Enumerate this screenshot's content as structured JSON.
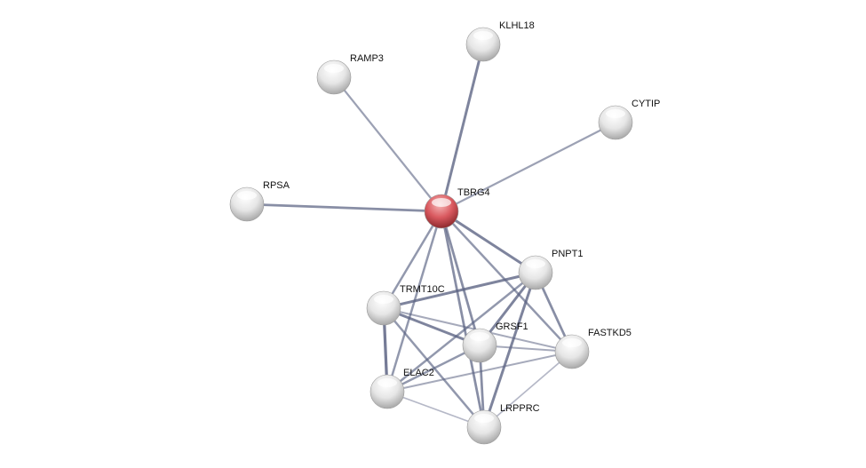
{
  "nodes": [
    {
      "id": "TBRG4",
      "label": "TBRG4",
      "query": true
    },
    {
      "id": "KLHL18",
      "label": "KLHL18"
    },
    {
      "id": "RAMP3",
      "label": "RAMP3"
    },
    {
      "id": "CYTIP",
      "label": "CYTIP"
    },
    {
      "id": "RPSA",
      "label": "RPSA"
    },
    {
      "id": "PNPT1",
      "label": "PNPT1"
    },
    {
      "id": "TRMT10C",
      "label": "TRMT10C"
    },
    {
      "id": "GRSF1",
      "label": "GRSF1"
    },
    {
      "id": "FASTKD5",
      "label": "FASTKD5"
    },
    {
      "id": "ELAC2",
      "label": "ELAC2"
    },
    {
      "id": "LRPPRC",
      "label": "LRPPRC"
    }
  ],
  "edges": [
    [
      "TBRG4",
      "KLHL18",
      0.8
    ],
    [
      "TBRG4",
      "RAMP3",
      0.5
    ],
    [
      "TBRG4",
      "CYTIP",
      0.5
    ],
    [
      "TBRG4",
      "RPSA",
      0.7
    ],
    [
      "TBRG4",
      "PNPT1",
      0.8
    ],
    [
      "TBRG4",
      "TRMT10C",
      0.6
    ],
    [
      "TBRG4",
      "GRSF1",
      0.7
    ],
    [
      "TBRG4",
      "FASTKD5",
      0.6
    ],
    [
      "TBRG4",
      "ELAC2",
      0.6
    ],
    [
      "TBRG4",
      "LRPPRC",
      0.7
    ],
    [
      "PNPT1",
      "TRMT10C",
      0.8
    ],
    [
      "PNPT1",
      "GRSF1",
      0.8
    ],
    [
      "PNPT1",
      "ELAC2",
      0.6
    ],
    [
      "PNPT1",
      "LRPPRC",
      0.8
    ],
    [
      "PNPT1",
      "FASTKD5",
      0.7
    ],
    [
      "TRMT10C",
      "GRSF1",
      0.8
    ],
    [
      "TRMT10C",
      "FASTKD5",
      0.4
    ],
    [
      "TRMT10C",
      "ELAC2",
      0.9
    ],
    [
      "TRMT10C",
      "LRPPRC",
      0.6
    ],
    [
      "GRSF1",
      "ELAC2",
      0.6
    ],
    [
      "GRSF1",
      "LRPPRC",
      0.7
    ],
    [
      "GRSF1",
      "FASTKD5",
      0.4
    ],
    [
      "ELAC2",
      "FASTKD5",
      0.4
    ],
    [
      "ELAC2",
      "LRPPRC",
      0.25
    ],
    [
      "FASTKD5",
      "LRPPRC",
      0.25
    ]
  ],
  "colors": {
    "edge": "#5a6282",
    "query_node": "#d9595f",
    "node": "#e4e4e4"
  }
}
